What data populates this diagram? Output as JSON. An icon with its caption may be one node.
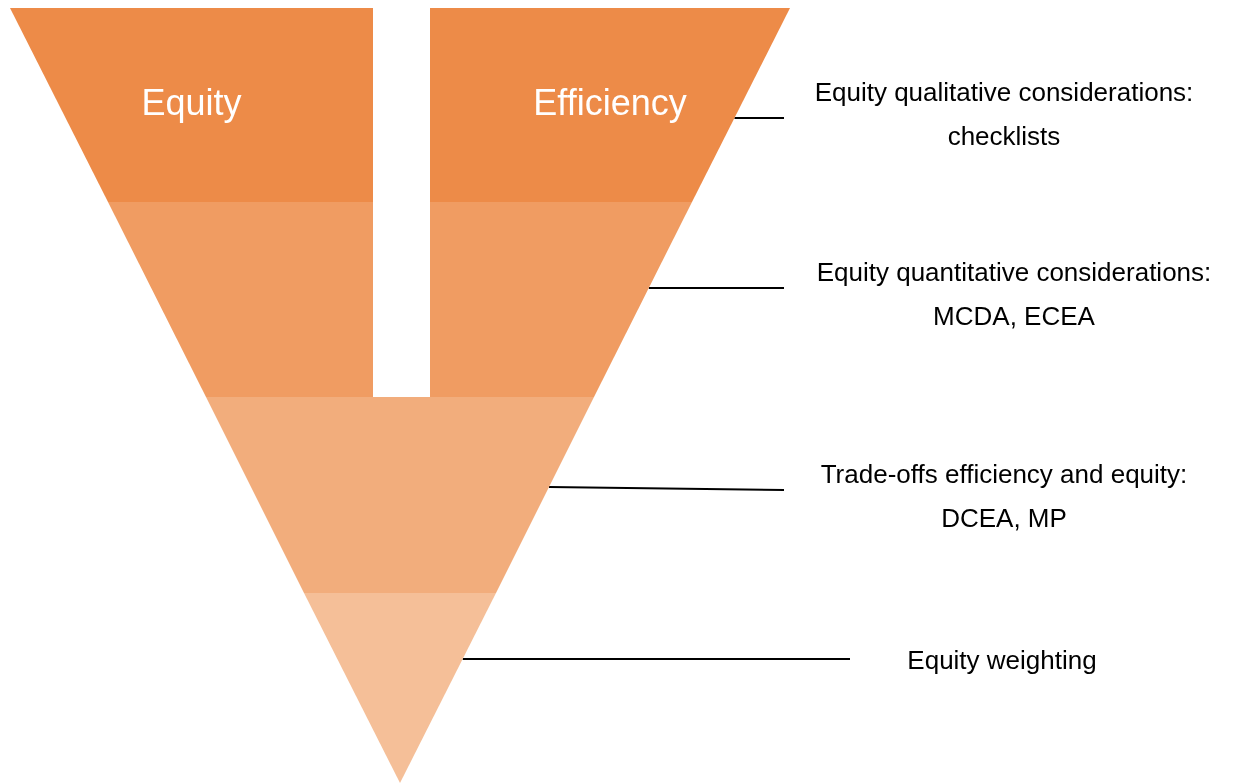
{
  "diagram": {
    "nodes": [
      {
        "text": [
          "Equity"
        ]
      },
      {
        "text": [
          "Efficiency"
        ]
      },
      {
        "text": [],
        "shape": "trapezoid"
      },
      {
        "text": [],
        "shape": "trapezoid"
      },
      {
        "text": [],
        "shape": "trapezoid"
      },
      {
        "text": [],
        "shape": "triangle"
      },
      {
        "text": [
          "Equity qualitative considerations: checklists"
        ]
      },
      {
        "text": [
          "Equity quantitative considerations: MCDA, ECEA"
        ]
      },
      {
        "text": [
          "Trade-offs efficiency and equity: DCEA, MP"
        ]
      },
      {
        "text": [
          "Equity weighting"
        ]
      }
    ],
    "edges": [
      {
        "from": 6,
        "to": 1,
        "arrow": "none"
      },
      {
        "from": 7,
        "to": 3,
        "arrow": "none"
      },
      {
        "from": 8,
        "to": 4,
        "arrow": "none"
      },
      {
        "from": 9,
        "to": 5,
        "arrow": "none"
      }
    ]
  }
}
